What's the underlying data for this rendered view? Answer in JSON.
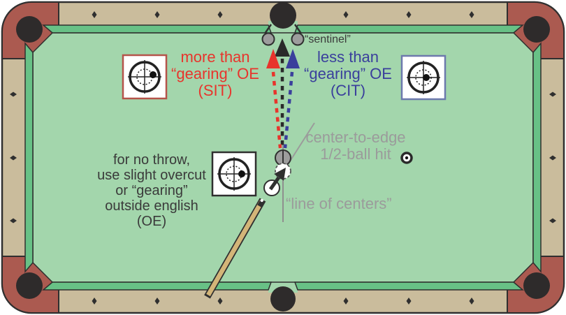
{
  "diagram": {
    "sentinel_label": "“sentinel”",
    "sit_annotation": {
      "lines": [
        "more than",
        "“gearing” OE",
        "(SIT)"
      ],
      "color": "#e8342c"
    },
    "cit_annotation": {
      "lines": [
        "less than",
        "“gearing” OE",
        "(CIT)"
      ],
      "color": "#3a3f9c"
    },
    "half_ball_annotation": {
      "lines": [
        "center-to-edge",
        "1/2-ball hit"
      ],
      "color": "#9b9b9b"
    },
    "line_of_centers_label": "“line of centers”",
    "no_throw_annotation": {
      "lines": [
        "for no throw,",
        "use slight overcut",
        "or “gearing”",
        "outside english",
        "(OE)"
      ],
      "color": "#3a3a3a"
    },
    "icons": {
      "sit_english_icon": "cue-tip spot right of dotted circle (more than gearing outside english)",
      "gearing_english_icon": "cue-tip spot on dotted circle (gearing outside english)",
      "cit_english_icon": "cue-tip spot near center (less than gearing outside english)",
      "half_ball_marker_icon": "small bullseye ball marker"
    },
    "colors": {
      "felt": "#a3d6ac",
      "cushion": "#68c186",
      "rail": "#cabc9c",
      "corner": "#ab5a50",
      "pocket": "#2e2b2b",
      "red": "#e8342c",
      "blue": "#3a3f9c",
      "gray": "#9b9b9b",
      "dark": "#3a3a3a"
    }
  }
}
